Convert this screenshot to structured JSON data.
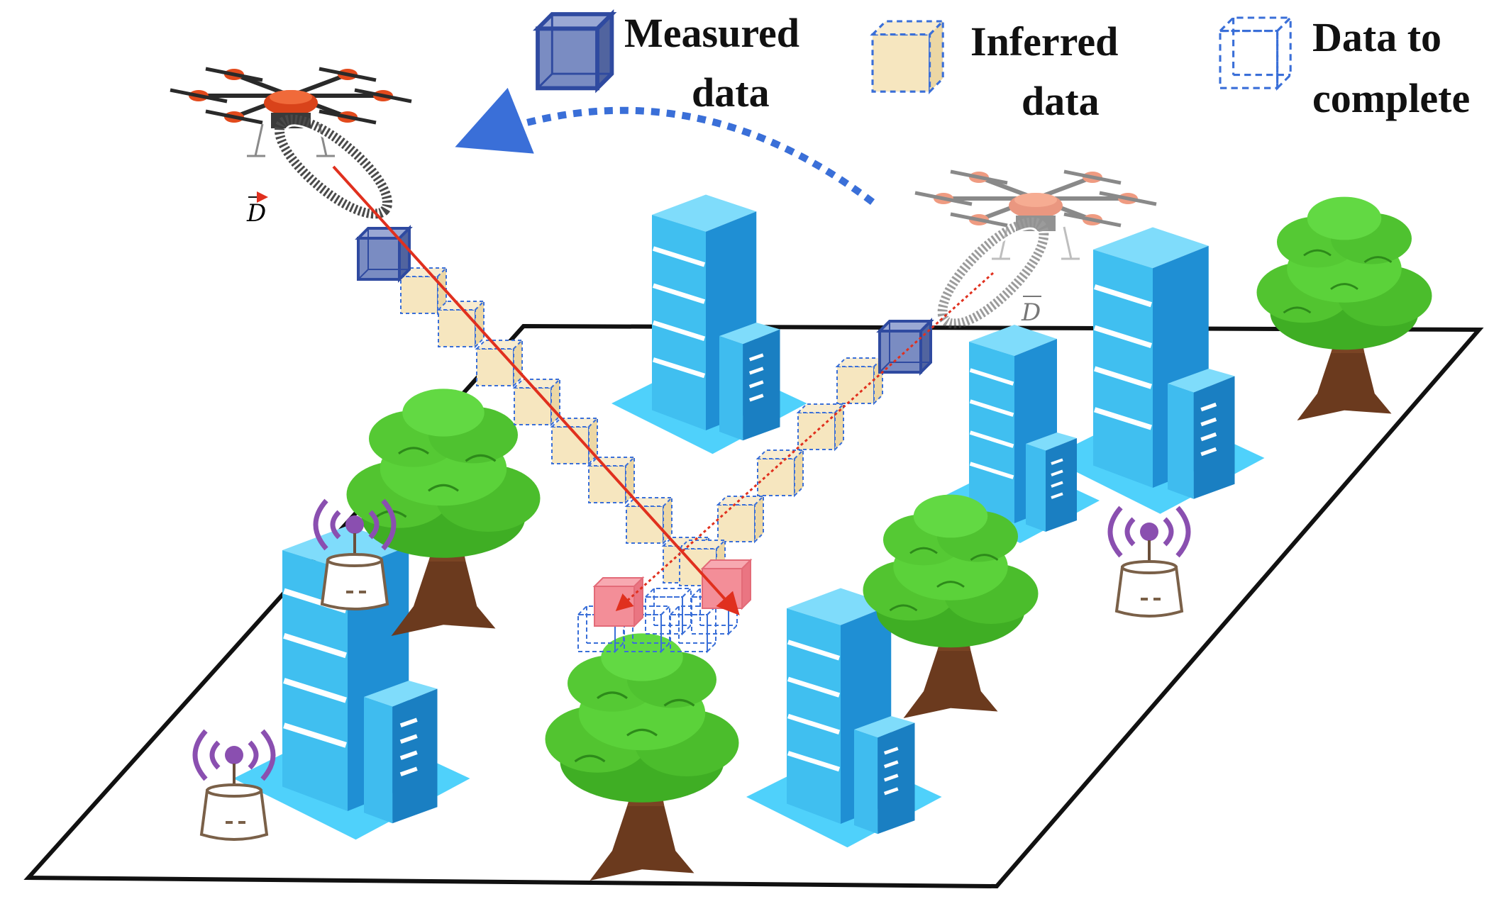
{
  "legend": {
    "measured_line1": "Measured",
    "measured_line2": "data",
    "inferred_line1": "Inferred",
    "inferred_line2": "data",
    "complete_line1": "Data to",
    "complete_line2": "complete"
  },
  "drone_left_vector": "D",
  "drone_right_vector": "D",
  "colors": {
    "measured": "#2f4aa0",
    "inferred": "#f3dfb0",
    "to_complete": "#3a6fd8",
    "beam": "#e0301e",
    "building_light": "#3bc0f0",
    "building_dark": "#1f86c8",
    "tree": "#4bc42b",
    "trunk": "#6b3a1e",
    "antenna": "#8a4fb0",
    "flight_path": "#3a6fd8"
  }
}
